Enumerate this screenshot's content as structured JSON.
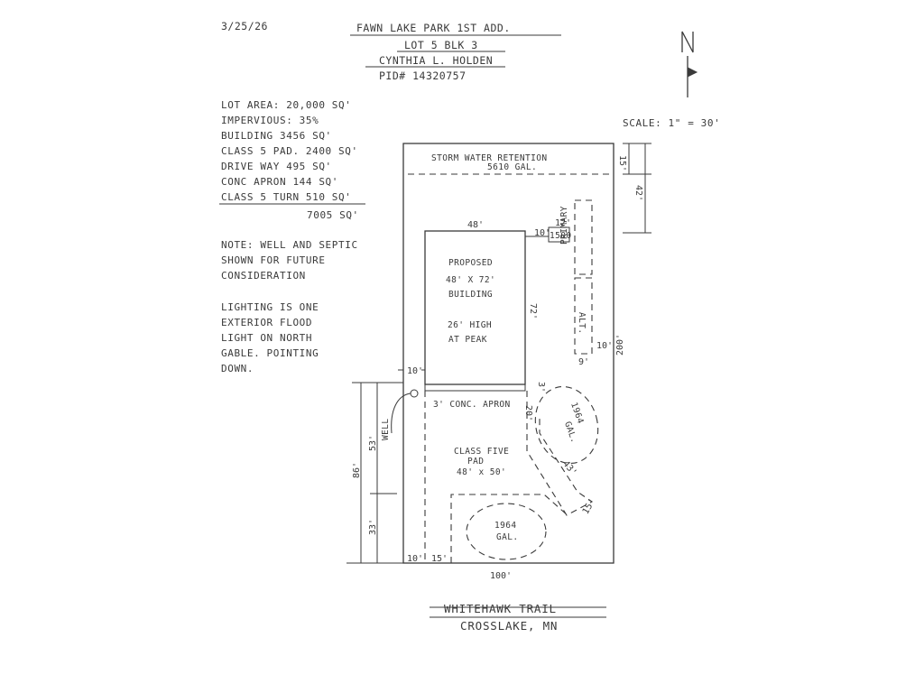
{
  "header": {
    "date": "3/25/26",
    "subdivision": "FAWN LAKE PARK 1ST ADD.",
    "lot_block": "LOT 5 BLK 3",
    "owner": "CYNTHIA L. HOLDEN",
    "pid": "PID# 14320757"
  },
  "north_arrow": {
    "letter": "N"
  },
  "scale": "SCALE: 1\" = 30'",
  "areas": [
    {
      "label": "LOT AREA: 20,000 SQ'"
    },
    {
      "label": "IMPERVIOUS: 35%"
    },
    {
      "label": "BUILDING  3456 SQ'"
    },
    {
      "label": "CLASS 5 PAD. 2400 SQ'"
    },
    {
      "label": "DRIVE WAY  495 SQ'"
    },
    {
      "label": "CONC APRON  144 SQ'"
    },
    {
      "label": "CLASS 5 TURN  510 SQ'"
    },
    {
      "label": "7005 SQ'"
    }
  ],
  "notes": [
    "NOTE: WELL AND SEPTIC",
    "SHOWN FOR FUTURE",
    "CONSIDERATION",
    "",
    "LIGHTING IS ONE",
    "EXTERIOR FLOOD",
    "LIGHT ON NORTH",
    "GABLE. POINTING",
    "DOWN."
  ],
  "plan": {
    "storm_water": [
      "STORM WATER RETENTION",
      "5610 GAL."
    ],
    "building": [
      "PROPOSED",
      "48' X 72'",
      "BUILDING",
      "26' HIGH",
      "AT PEAK"
    ],
    "apron": "3' CONC. APRON",
    "pad": [
      "CLASS FIVE",
      "PAD",
      "48' x 50'"
    ],
    "tank_1500": "1500",
    "primary": "PRIMARY",
    "alt": "ALT.",
    "tank_a": [
      "1964",
      "GAL."
    ],
    "tank_b": [
      "1964",
      "GAL."
    ],
    "well": "WELL"
  },
  "dims": {
    "top_15": "15'",
    "top_42": "42'",
    "bldg_w": "48'",
    "bldg_h": "72'",
    "d_10a": "10'",
    "d_12": "12'",
    "d_10b": "10'",
    "d_9": "9'",
    "d_200": "200'",
    "d_10c": "10'",
    "d_3": "3'",
    "d_20": "20'",
    "d_86": "86'",
    "d_53": "53'",
    "d_33": "33'",
    "d_43": "43'",
    "d_15b": "15'",
    "d_10d": "10'",
    "d_15c": "15'",
    "d_100": "100'"
  },
  "road": "WHITEHAWK TRAIL",
  "city": "CROSSLAKE, MN"
}
